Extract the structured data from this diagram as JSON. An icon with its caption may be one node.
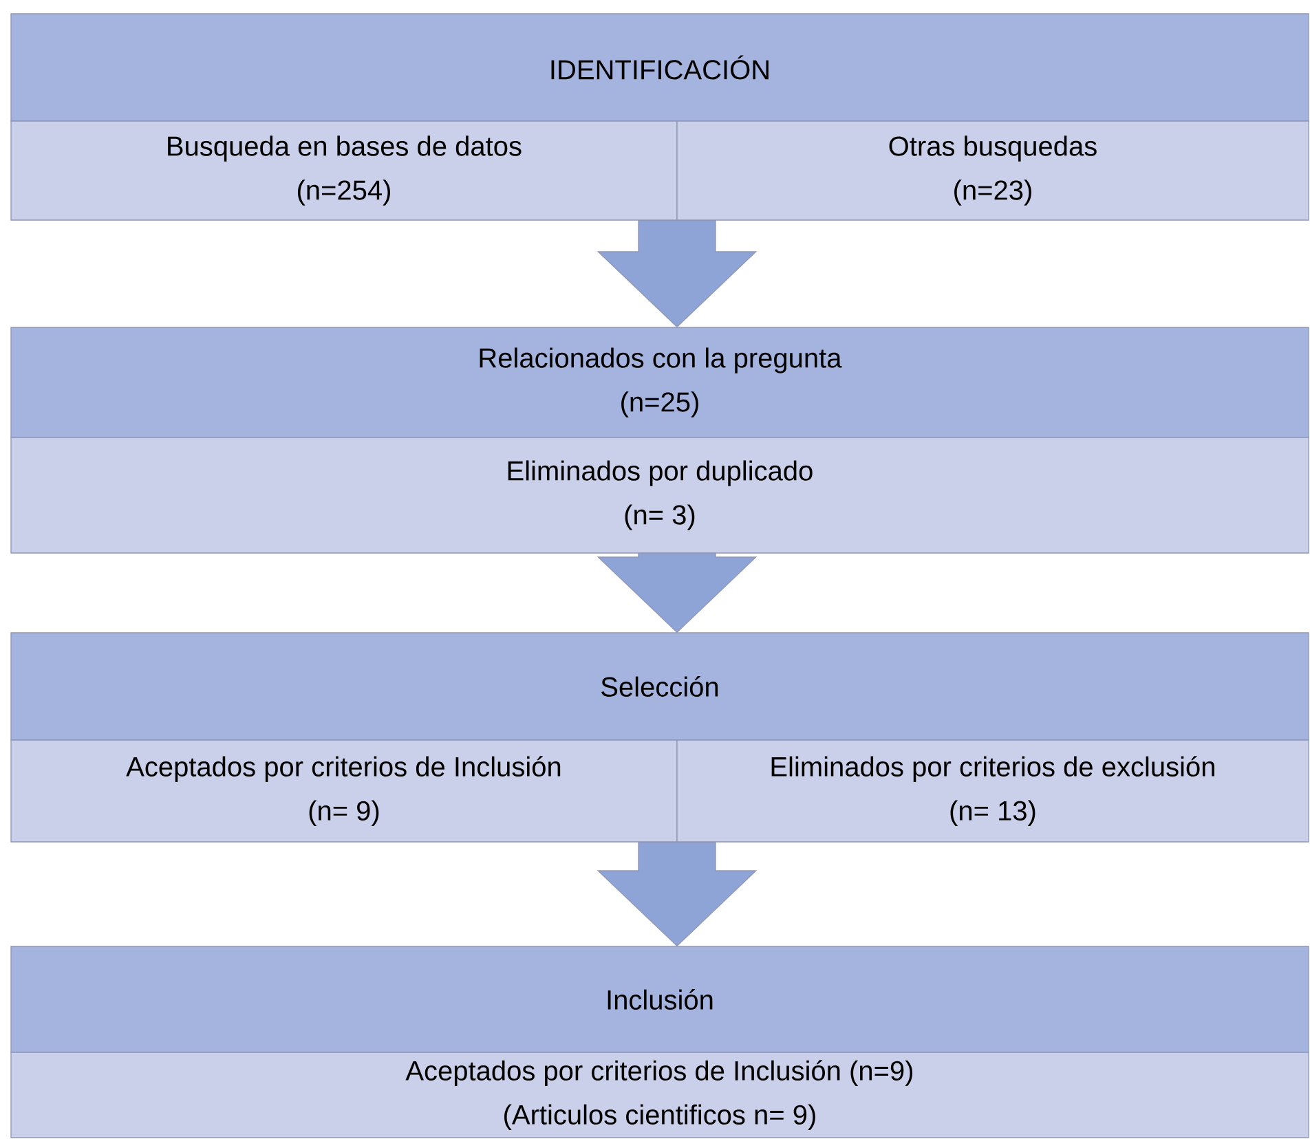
{
  "diagram": {
    "nodes": [
      {
        "text": [
          "IDENTIFICACIÓN"
        ]
      },
      {
        "text": [
          "Busqueda en bases de datos",
          "(n=254)"
        ]
      },
      {
        "text": [
          "Otras busquedas",
          "(n=23)"
        ]
      },
      {
        "text": [
          "Relacionados con la pregunta",
          "(n=25)"
        ]
      },
      {
        "text": [
          "Eliminados por duplicado",
          "(n= 3)"
        ]
      },
      {
        "text": [
          "Selección"
        ]
      },
      {
        "text": [
          "Aceptados por criterios de Inclusión",
          "(n= 9)"
        ]
      },
      {
        "text": [
          "Eliminados por criterios de exclusión",
          "(n= 13)"
        ]
      },
      {
        "text": [
          "Inclusión"
        ]
      },
      {
        "text": [
          "Aceptados por criterios de Inclusión (n=9)",
          "(Articulos cientificos n= 9)"
        ]
      }
    ],
    "edges": [
      {
        "from": 1,
        "to": 3,
        "arrow": "to"
      },
      {
        "from": 2,
        "to": 3,
        "arrow": "to"
      },
      {
        "from": 4,
        "to": 5,
        "arrow": "to"
      },
      {
        "from": 6,
        "to": 8,
        "arrow": "to"
      },
      {
        "from": 7,
        "to": 8,
        "arrow": "to"
      }
    ]
  }
}
